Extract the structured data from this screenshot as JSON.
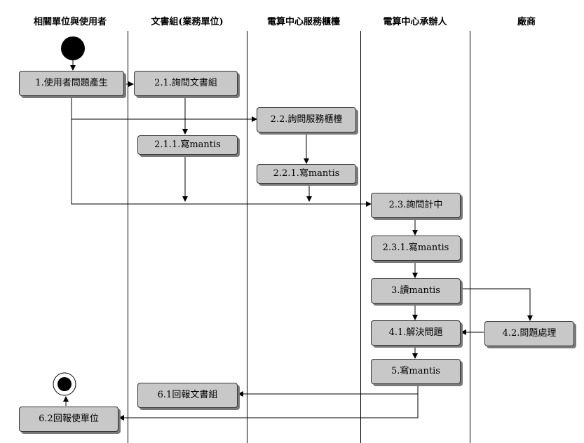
{
  "lanes": [
    "相關單位與使用者",
    "文書組(業務單位)",
    "電算中心服務櫃檯",
    "電算中心承辦人",
    "廠商"
  ],
  "nodes": {
    "n1": "1.使用者問題產生",
    "n2_1": "2.1.詢問文書組",
    "n2_1_1": "2.1.1.寫mantis",
    "n2_2": "2.2.詢問服務櫃檯",
    "n2_2_1": "2.2.1.寫mantis",
    "n2_3": "2.3.詢問計中",
    "n2_3_1": "2.3.1.寫mantis",
    "n3": "3.讀mantis",
    "n4_1": "4.1.解決問題",
    "n4_2": "4.2.問題處理",
    "n5": "5.寫mantis",
    "n6_1": "6.1回報文書組",
    "n6_2": "6.2回報使單位"
  }
}
